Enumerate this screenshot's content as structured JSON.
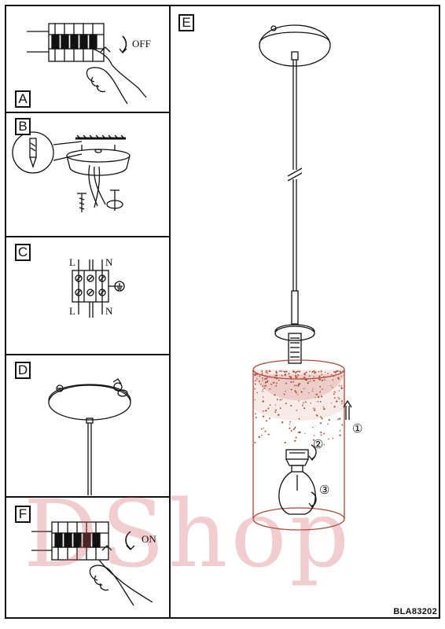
{
  "panels": {
    "a": {
      "tag": "A",
      "switch_label": "OFF"
    },
    "b": {
      "tag": "B"
    },
    "c": {
      "tag": "C",
      "live_top": "L",
      "neutral_top": "N",
      "live_bottom": "L",
      "neutral_bottom": "N"
    },
    "d": {
      "tag": "D"
    },
    "e": {
      "tag": "E",
      "step_1": "①",
      "step_2": "②",
      "step_3": "③"
    },
    "f": {
      "tag": "F",
      "switch_label": "ON"
    }
  },
  "model_code": "BLA83202",
  "watermark": "DShop",
  "colors": {
    "line": "#111111",
    "glass_tint": "#c0503c",
    "watermark": "#d25a64"
  }
}
